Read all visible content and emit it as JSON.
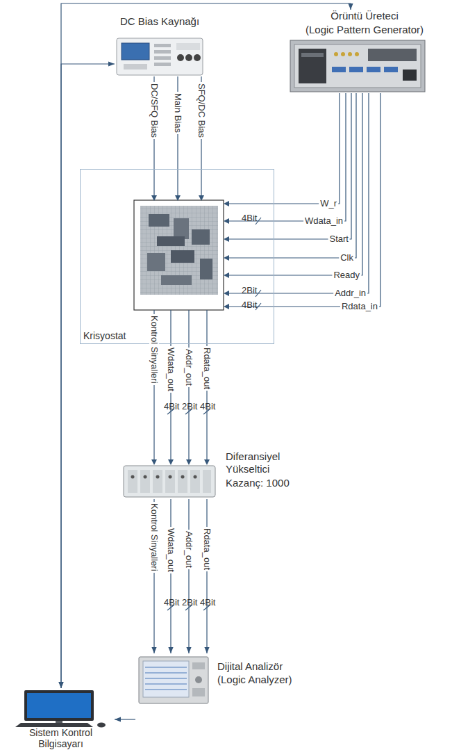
{
  "diagram": {
    "nodes": [
      {
        "text": [
          "DC Bias Kaynağı"
        ]
      },
      {
        "text": [
          "Örüntü Üreteci",
          "(Logic Pattern Generator)"
        ]
      },
      {
        "text": [
          "Krisyostat"
        ]
      },
      {
        "text": [
          "Diferansiyel Yükseltici",
          "Kazanç: 1000"
        ]
      },
      {
        "text": [
          "Dijital Analizör",
          "(Logic Analyzer)"
        ]
      },
      {
        "text": [
          "Sistem Kontrol Bilgisayarı"
        ]
      }
    ],
    "edges": [
      {
        "from": 3,
        "to": 4,
        "arrow": "to",
        "label": "Kontrol Sinyalleri"
      },
      {
        "from": 3,
        "to": 4,
        "arrow": "to",
        "label": "Wdata_out"
      },
      {
        "from": 3,
        "to": 4,
        "arrow": "to",
        "label": "Addr_out"
      },
      {
        "from": 3,
        "to": 4,
        "arrow": "to",
        "label": "Rdata_out"
      },
      {
        "from": 4,
        "to": 5,
        "arrow": "to"
      },
      {
        "from": 5,
        "to": 1,
        "arrow": "both"
      },
      {
        "from": 5,
        "to": 0,
        "arrow": "both"
      }
    ],
    "labels": [
      "DC/SFQ Bias",
      "Main Bias",
      "SFQ/DC Bias",
      "W_r",
      "4Bit",
      "Wdata_in",
      "Start",
      "Clk",
      "Ready",
      "2Bit",
      "Addr_in",
      "4Bit",
      "Rdata_in",
      "Kontrol Sinyalleri",
      "4Bit",
      "Wdata_out",
      "2Bit",
      "Addr_out",
      "4Bit",
      "Rdata_out",
      "4Bit",
      "2Bit",
      "4Bit"
    ]
  }
}
